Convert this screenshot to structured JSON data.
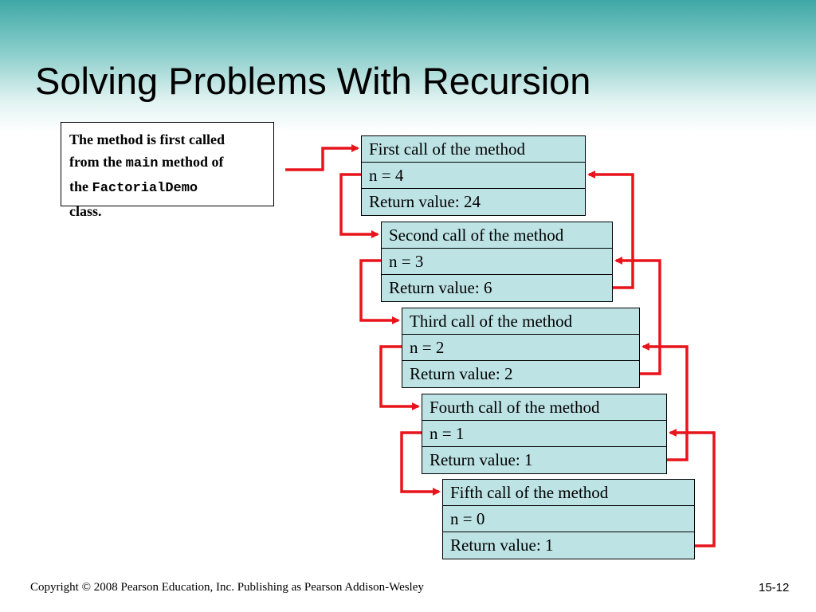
{
  "slide": {
    "title": "Solving Problems With Recursion",
    "footer_copyright": "Copyright © 2008 Pearson Education, Inc. Publishing as Pearson Addison-Wesley",
    "page_number": "15-12"
  },
  "note": {
    "line1": "The method is first called",
    "line2_pre": "from the ",
    "line2_code": "main",
    "line2_post": " method of",
    "line3_pre": "the ",
    "line3_code": "FactorialDemo",
    "line4": "class."
  },
  "frames": [
    {
      "call": "First call of the method",
      "n": "n = 4",
      "ret": "Return value: 24"
    },
    {
      "call": "Second call of the method",
      "n": "n = 3",
      "ret": "Return value: 6"
    },
    {
      "call": "Third call of the method",
      "n": "n = 2",
      "ret": "Return value: 2"
    },
    {
      "call": "Fourth call of the method",
      "n": "n = 1",
      "ret": "Return value: 1"
    },
    {
      "call": "Fifth call of the method",
      "n": "n = 0",
      "ret": "Return value: 1"
    }
  ],
  "colors": {
    "arrow": "#e8141b",
    "frame_fill": "#bde3e5",
    "header_teal": "#3ea8a6"
  }
}
